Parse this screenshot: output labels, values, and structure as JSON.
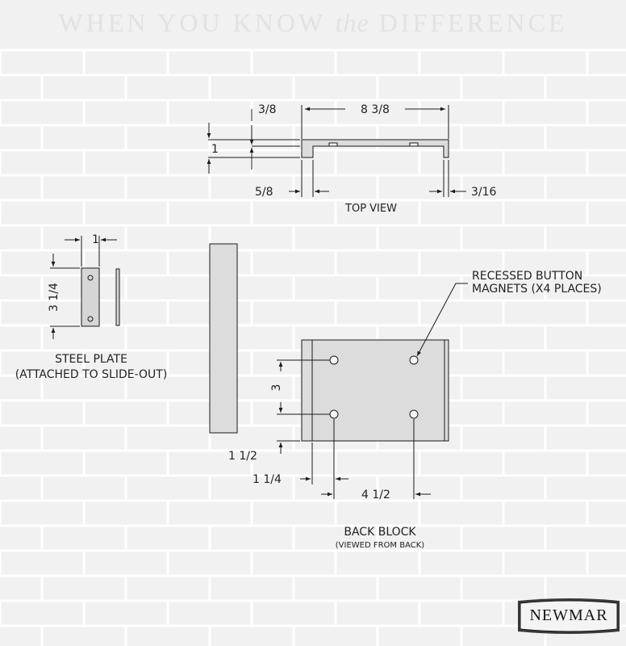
{
  "tagline": {
    "part1": "WHEN YOU KNOW ",
    "part2": "the",
    "part3": " DIFFERENCE"
  },
  "top_view": {
    "title": "TOP VIEW",
    "dim_width": "8 3/8",
    "dim_top": "3/8",
    "dim_height": "1",
    "dim_lip_left": "5/8",
    "dim_lip_right": "3/16"
  },
  "steel_plate": {
    "title": "STEEL PLATE",
    "subtitle": "(ATTACHED TO SLIDE-OUT)",
    "dim_width": "1",
    "dim_height": "3 1/4"
  },
  "back_block": {
    "title": "BACK BLOCK",
    "subtitle": "(VIEWED FROM BACK)",
    "callout_line1": "RECESSED BUTTON",
    "callout_line2": "MAGNETS (X4 PLACES)",
    "dim_hole_spacing_v": "3",
    "dim_bottom_offset": "1 1/2",
    "dim_left_offset": "1 1/4",
    "dim_hole_spacing_h": "4 1/2"
  },
  "logo": {
    "text": "NEWMAR"
  },
  "colors": {
    "background": "#f1f1f1",
    "brick_line": "#ffffff",
    "line": "#1a1a1a",
    "part_fill": "#dcdcdc"
  }
}
